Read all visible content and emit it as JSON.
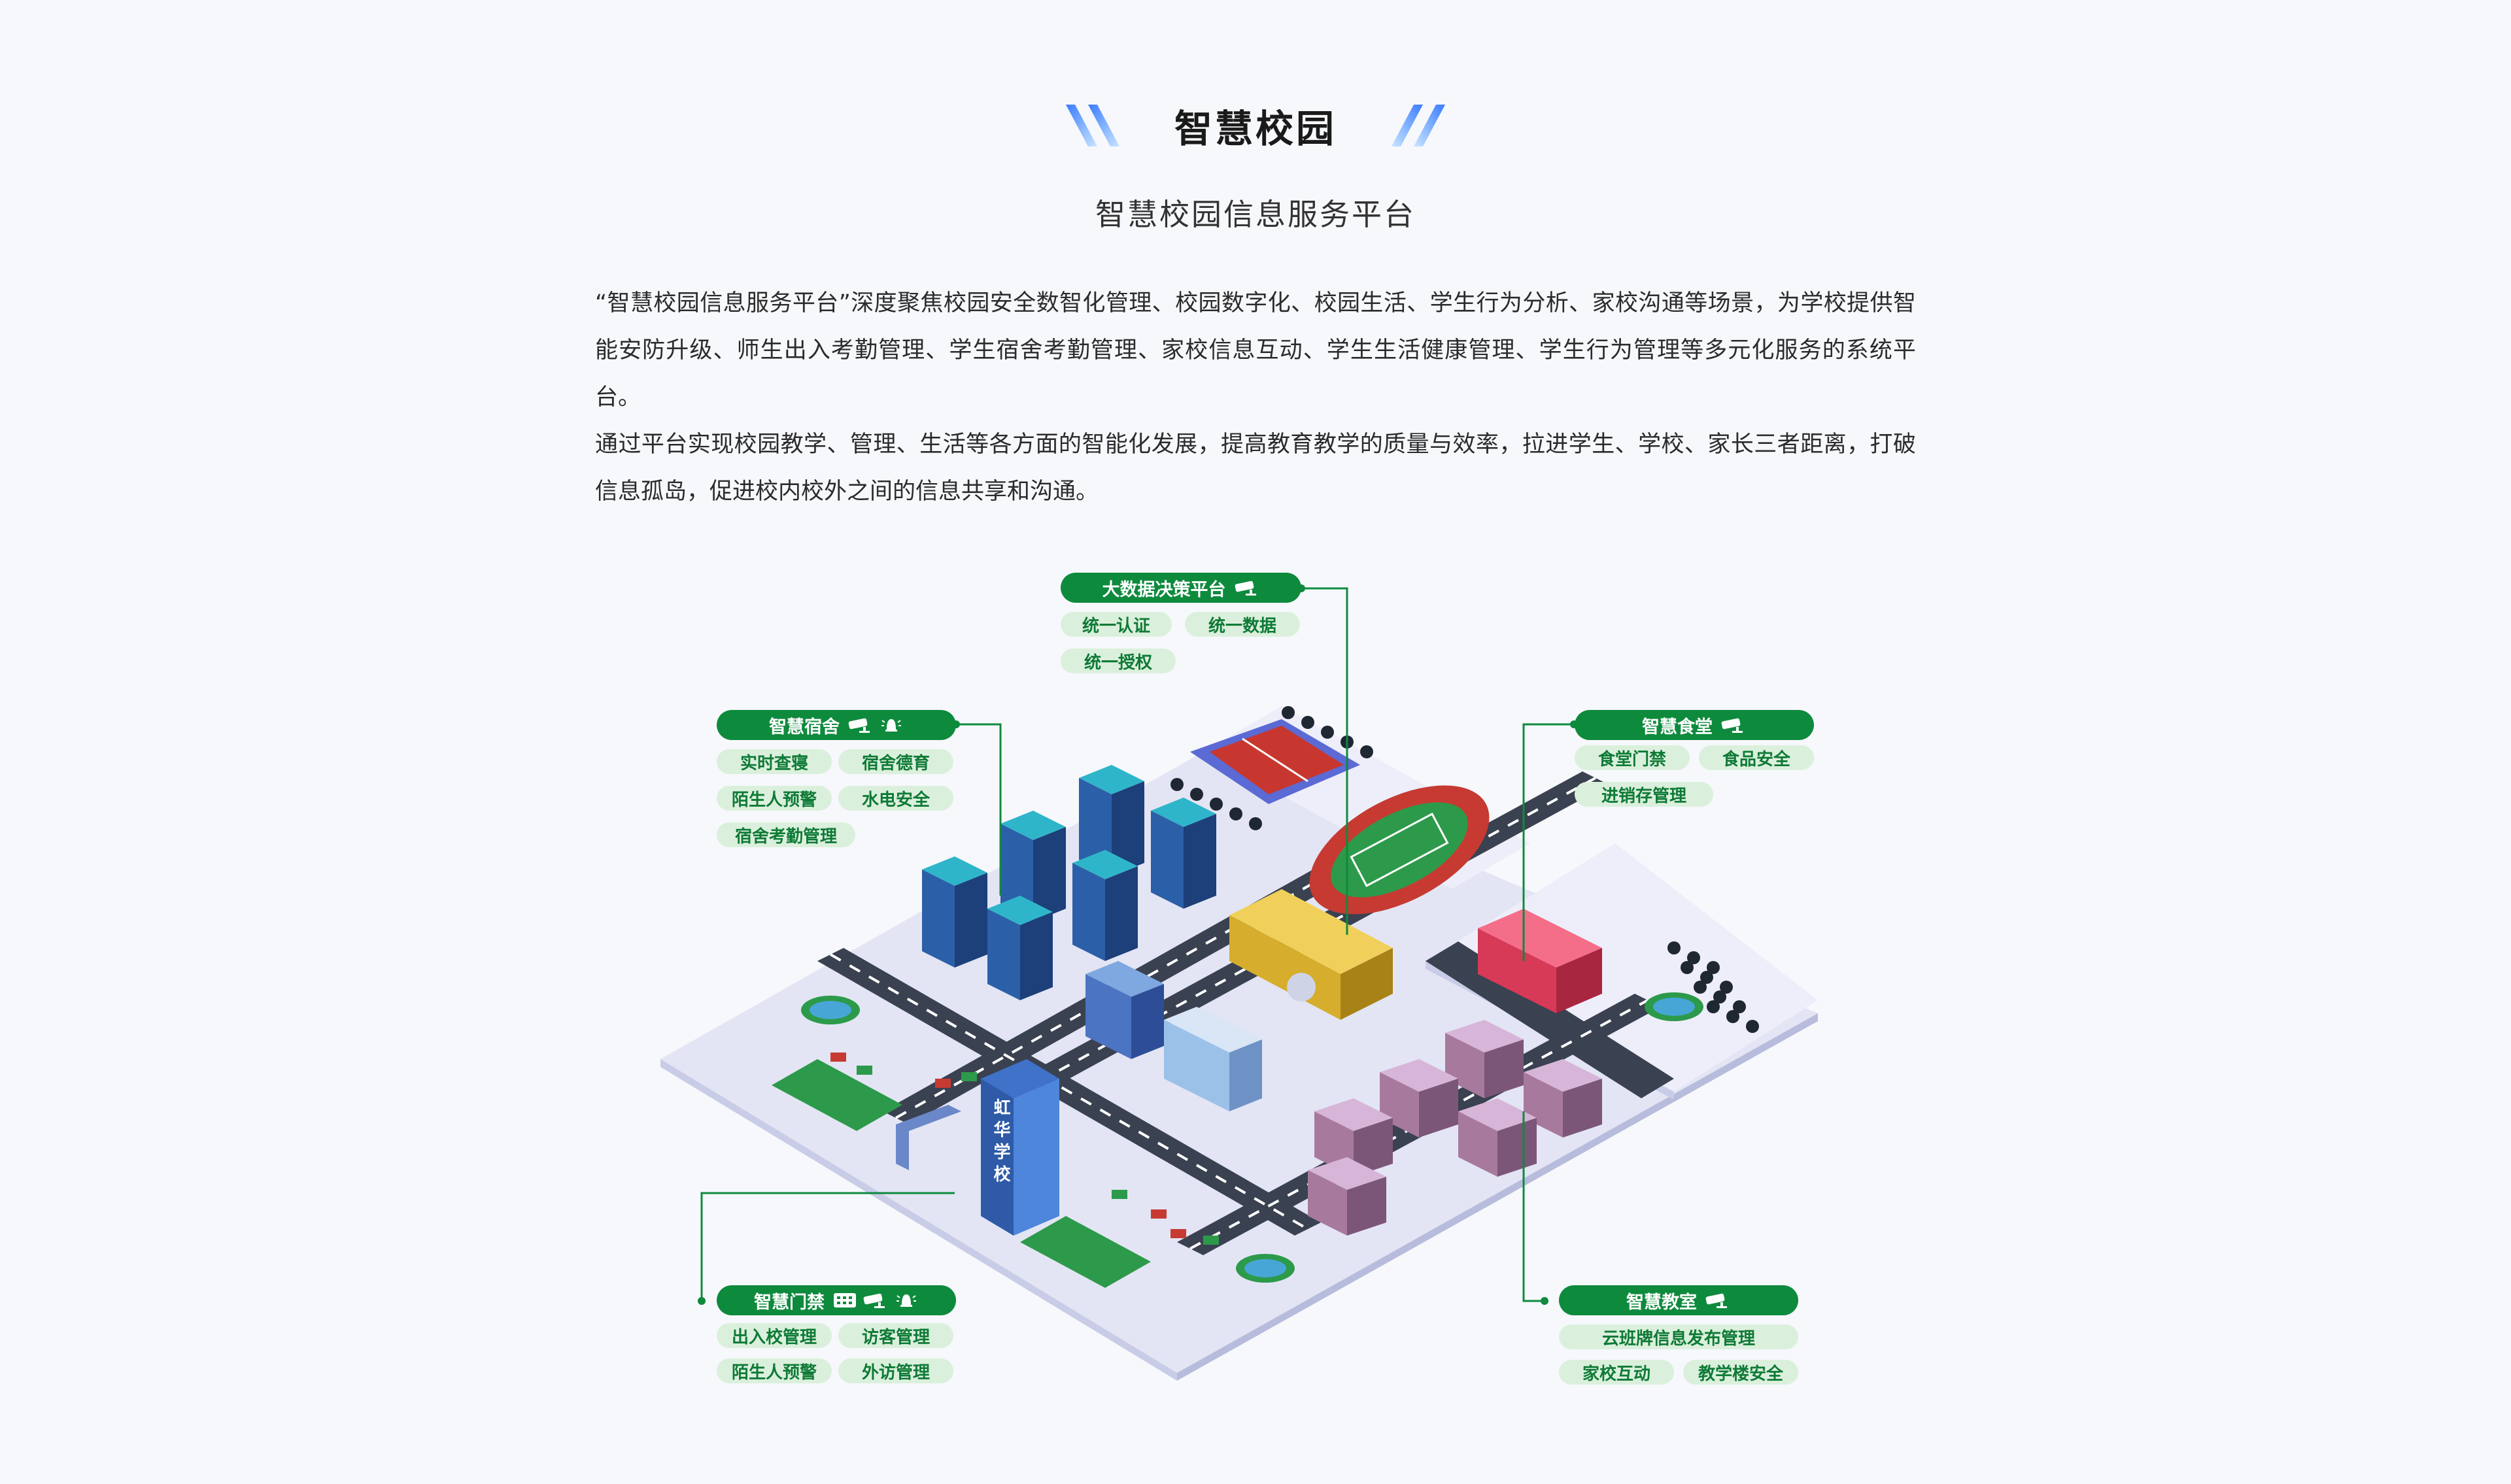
{
  "header": {
    "title": "智慧校园",
    "subtitle": "智慧校园信息服务平台"
  },
  "description": {
    "paragraphs": [
      "“智慧校园信息服务平台”深度聚焦校园安全数智化管理、校园数字化、校园生活、学生行为分析、家校沟通等场景，为学校提供智能安防升级、师生出入考勤管理、学生宿舍考勤管理、家校信息互动、学生生活健康管理、学生行为管理等多元化服务的系统平台。",
      "通过平台实现校园教学、管理、生活等各方面的智能化发展，提高教育教学的质量与效率，拉进学生、学校、家长三者距离，打破信息孤岛，促进校内校外之间的信息共享和沟通。"
    ]
  },
  "modules": {
    "bigdata": {
      "title": "大数据决策平台",
      "tags": [
        "统一认证",
        "统一数据",
        "统一授权"
      ]
    },
    "dorm": {
      "title": "智慧宿舍",
      "tags": [
        "实时查寝",
        "宿舍德育",
        "陌生人预警",
        "水电安全",
        "宿舍考勤管理"
      ]
    },
    "canteen": {
      "title": "智慧食堂",
      "tags": [
        "食堂门禁",
        "食品安全",
        "进销存管理"
      ]
    },
    "gate": {
      "title": "智慧门禁",
      "tags": [
        "出入校管理",
        "访客管理",
        "陌生人预警",
        "外访管理"
      ]
    },
    "classroom": {
      "title": "智慧教室",
      "tags": [
        "云班牌信息发布管理",
        "家校互动",
        "教学楼安全"
      ]
    }
  },
  "map": {
    "school_sign": "虹华学校"
  },
  "colors": {
    "accent_green": "#0e8a3d",
    "tag_bg": "#dbf0dc",
    "tag_text": "#0e7a36",
    "ground": "#eceefa",
    "road": "#3a4150"
  }
}
